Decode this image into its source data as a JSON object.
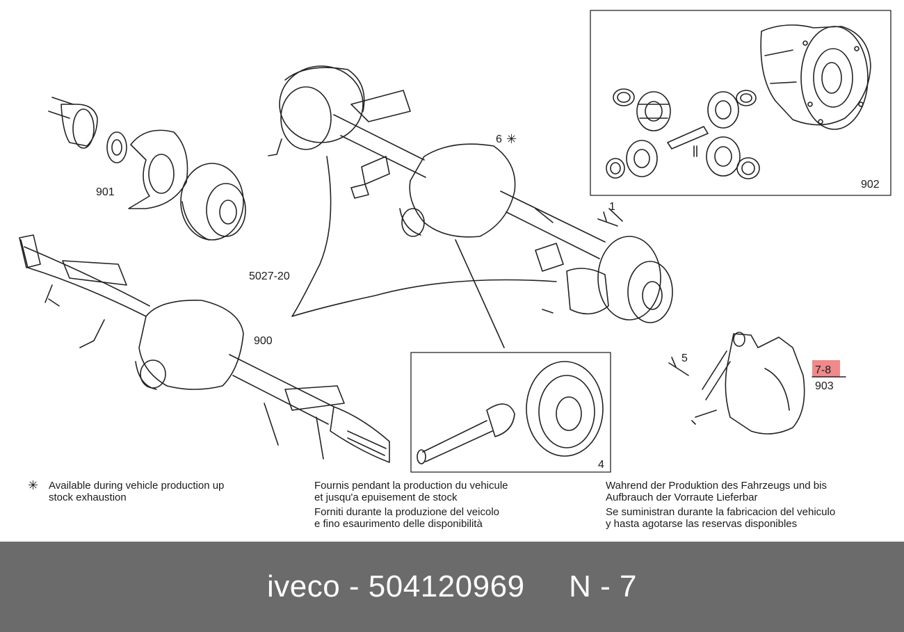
{
  "colors": {
    "background": "#ffffff",
    "footer_background": "#6b6b6b",
    "footer_text": "#ffffff",
    "highlight": "#f08a8a",
    "line_art": "#222222"
  },
  "diagram": {
    "callouts": {
      "c901": "901",
      "c902": "902",
      "c900": "900",
      "c903": "903",
      "c5027": "5027-20",
      "c6": "6",
      "c1": "1",
      "c5": "5",
      "c4": "4",
      "c78": "7-8"
    },
    "star_symbol": "✳"
  },
  "notes": {
    "star_symbol": "✳",
    "english": [
      "Available during vehicle production up",
      "stock exhaustion"
    ],
    "french": [
      "Fournis pendant la production du vehicule",
      "et jusqu'a epuisement de stock"
    ],
    "italian": [
      "Forniti durante la produzione del veicolo",
      "e fino esaurimento delle disponibilità"
    ],
    "german": [
      "Wahrend der Produktion des Fahrzeugs und bis",
      "Aufbrauch der Vorraute Lieferbar"
    ],
    "spanish": [
      "Se suministran durante la fabricacion del vehiculo",
      "y hasta agotarse las reservas disponibles"
    ]
  },
  "footer": {
    "caption": "iveco - 504120969     N - 7"
  }
}
